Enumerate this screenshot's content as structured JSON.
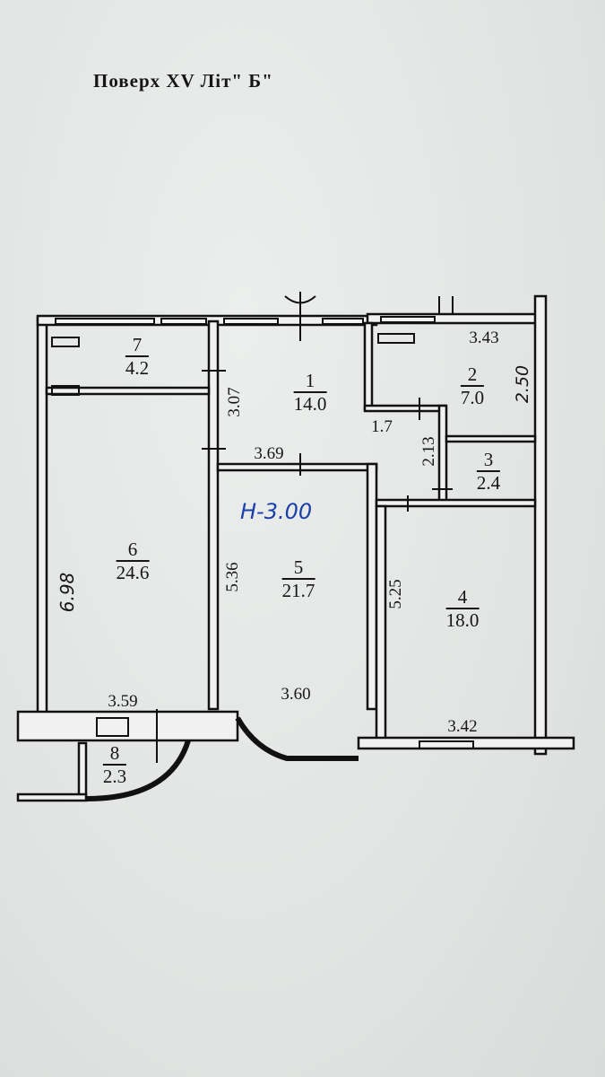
{
  "title": "Поверх  XV  Літ\" Б\"",
  "ceiling_height_note": "Н-3.00",
  "rooms": [
    {
      "number": "1",
      "area": "14.0"
    },
    {
      "number": "2",
      "area": "7.0"
    },
    {
      "number": "3",
      "area": "2.4"
    },
    {
      "number": "4",
      "area": "18.0"
    },
    {
      "number": "5",
      "area": "21.7"
    },
    {
      "number": "6",
      "area": "24.6"
    },
    {
      "number": "7",
      "area": "4.2"
    },
    {
      "number": "8",
      "area": "2.3"
    }
  ],
  "dimensions": {
    "d343": "3.43",
    "d250": "2.50",
    "d307": "3.07",
    "d17": "1.7",
    "d213": "2.13",
    "d369": "3.69",
    "d698": "6.98",
    "d536": "5.36",
    "d525": "5.25",
    "d359": "3.59",
    "d360": "3.60",
    "d342": "3.42"
  }
}
